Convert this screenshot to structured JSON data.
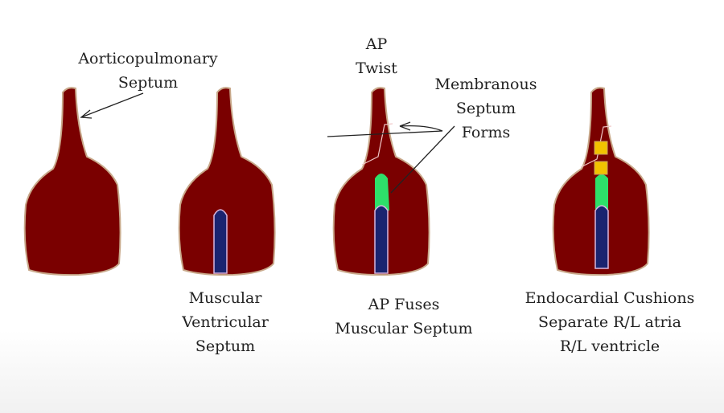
{
  "colors": {
    "heart": "#7a0000",
    "outline": "#c8a88a",
    "muscular_septum": "#1a2470",
    "membranous_septum": "#2ee06a",
    "cushion": "#f2c200"
  },
  "panels": [
    {
      "top_label": [
        "Aorticopulmonary",
        "Septum"
      ],
      "bottom_label": []
    },
    {
      "top_label": [],
      "bottom_label": [
        "Muscular",
        "Ventricular",
        "Septum"
      ]
    },
    {
      "top_label": [
        "AP",
        "Twist"
      ],
      "side_label": [
        "Membranous",
        "Septum",
        "Forms"
      ],
      "bottom_label": [
        "AP Fuses",
        "Muscular Septum"
      ]
    },
    {
      "top_label": [],
      "bottom_label": [
        "Endocardial Cushions",
        "Separate R/L atria",
        "R/L ventricle"
      ]
    }
  ]
}
